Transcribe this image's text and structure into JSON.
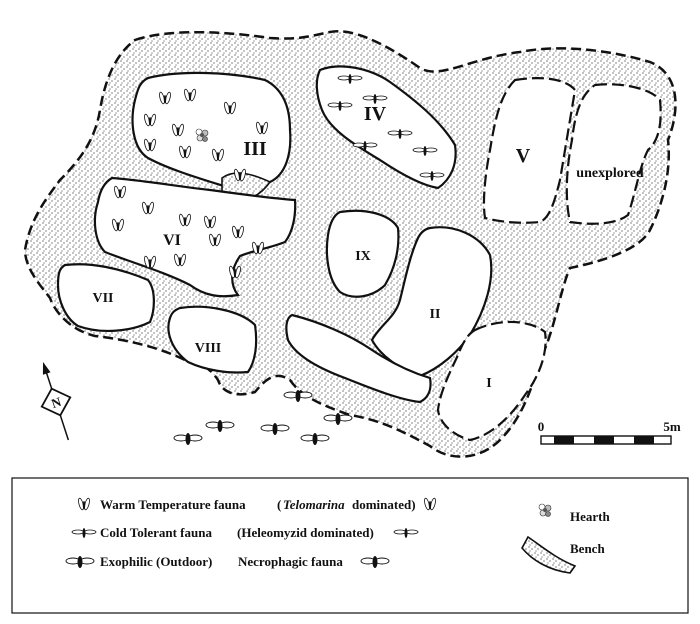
{
  "map": {
    "rooms": [
      {
        "id": "I",
        "label": "I"
      },
      {
        "id": "II",
        "label": "II"
      },
      {
        "id": "III",
        "label": "III"
      },
      {
        "id": "IV",
        "label": "IV"
      },
      {
        "id": "V",
        "label": "V"
      },
      {
        "id": "VI",
        "label": "VI"
      },
      {
        "id": "VII",
        "label": "VII"
      },
      {
        "id": "VIII",
        "label": "VIII"
      },
      {
        "id": "IX",
        "label": "IX"
      },
      {
        "id": "unexplored",
        "label": "unexplored"
      }
    ],
    "north_label": "N",
    "scale": {
      "start_label": "0",
      "end_label": "5m"
    }
  },
  "legend": {
    "warm": {
      "text": "Warm Temperature fauna",
      "paren_open": "(",
      "italic": "Telomarina",
      "rest": " dominated)"
    },
    "cold": {
      "text": "Cold Tolerant fauna",
      "paren": "(Heleomyzid dominated)"
    },
    "exo": {
      "text": "Exophilic (Outdoor)",
      "rest": "Necrophagic fauna"
    },
    "hearth": "Hearth",
    "bench": "Bench"
  },
  "colors": {
    "fill_grey": "#c8c8c8",
    "outline": "#111111"
  }
}
